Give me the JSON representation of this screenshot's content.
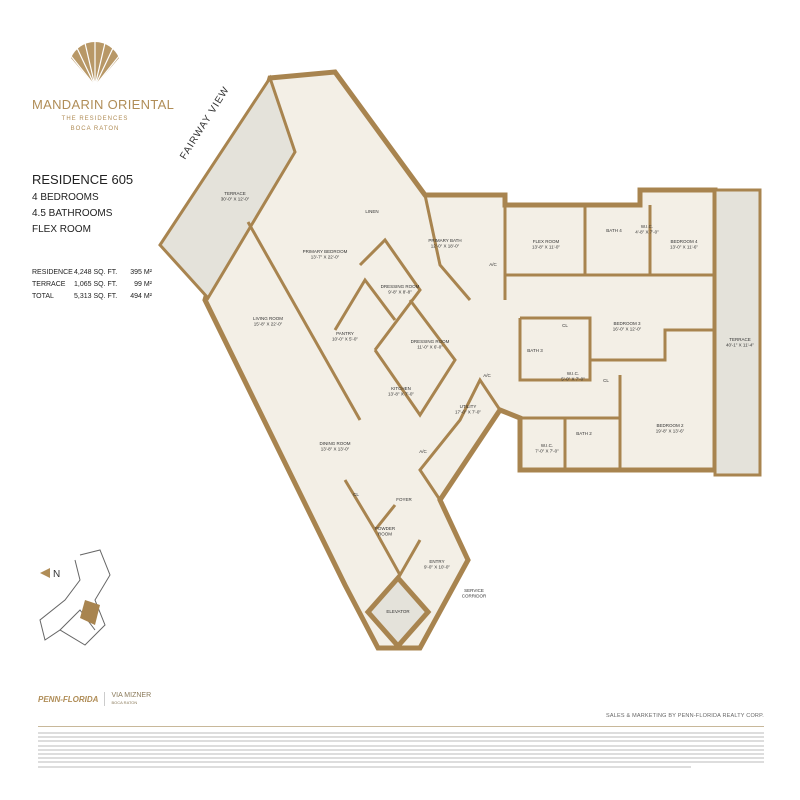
{
  "brand": {
    "name": "MANDARIN ORIENTAL",
    "line1": "THE RESIDENCES",
    "line2": "BOCA RATON",
    "color": "#b08d57"
  },
  "residence": {
    "title": "RESIDENCE 605",
    "bedrooms": "4 BEDROOMS",
    "bathrooms": "4.5 BATHROOMS",
    "extra": "FLEX ROOM"
  },
  "areas": [
    {
      "label": "RESIDENCE",
      "sqft": "4,248 SQ. FT.",
      "sqm": "395 M²"
    },
    {
      "label": "TERRACE",
      "sqft": "1,065 SQ. FT.",
      "sqm": "99 M²"
    },
    {
      "label": "TOTAL",
      "sqft": "5,313 SQ. FT.",
      "sqm": "494 M²"
    }
  ],
  "view_label": "FAIRWAY VIEW",
  "colors": {
    "wall": "#a8844f",
    "floor": "#f3efe6",
    "terrace": "#e4e2da"
  },
  "rooms": {
    "terrace_w": {
      "name": "TERRACE",
      "dim": "30'-0\" X 12'-0\""
    },
    "primary_bed": {
      "name": "PRIMARY BEDROOM",
      "dim": "13'-7\" X 22'-0\""
    },
    "living": {
      "name": "LIVING ROOM",
      "dim": "15'-8\" X 22'-0\""
    },
    "pantry": {
      "name": "PANTRY",
      "dim": "10'-0\" X 5'-0\""
    },
    "dress1": {
      "name": "DRESSING ROOM",
      "dim": "9'-8\" X 8'-8\""
    },
    "dress2": {
      "name": "DRESSING ROOM",
      "dim": "11'-0\" X 6'-0\""
    },
    "kitchen": {
      "name": "KITCHEN",
      "dim": "13'-8\" X 7'-0\""
    },
    "dining": {
      "name": "DINING ROOM",
      "dim": "13'-8\" X 13'-0\""
    },
    "linen": {
      "name": "LINEN"
    },
    "primary_bath": {
      "name": "PRIMARY BATH",
      "dim": "12'-0\" X 18'-0\""
    },
    "ac1": {
      "name": "A/C"
    },
    "ac2": {
      "name": "A/C"
    },
    "ac3": {
      "name": "A/C"
    },
    "flex": {
      "name": "FLEX ROOM",
      "dim": "13'-8\" X 11'-0\""
    },
    "bath4": {
      "name": "BATH 4"
    },
    "wic4": {
      "name": "W.I.C.",
      "dim": "4'-8\" X 7'-0\""
    },
    "bed4": {
      "name": "BEDROOM 4",
      "dim": "13'-0\" X 11'-6\""
    },
    "bed3": {
      "name": "BEDROOM 3",
      "dim": "16'-0\" X 12'-0\""
    },
    "bath3": {
      "name": "BATH 3"
    },
    "cl1": {
      "name": "CL"
    },
    "cl2": {
      "name": "CL"
    },
    "cl3": {
      "name": "CL"
    },
    "wic3": {
      "name": "W.I.C.",
      "dim": "5'-0\" X 7'-0\""
    },
    "utility": {
      "name": "UTILITY",
      "dim": "17'-0\" X 7'-0\""
    },
    "bed2": {
      "name": "BEDROOM 2",
      "dim": "19'-8\" X 13'-6\""
    },
    "bath2": {
      "name": "BATH 2"
    },
    "wic2": {
      "name": "W.I.C.",
      "dim": "7'-0\" X 7'-0\""
    },
    "terrace_e": {
      "name": "TERRACE",
      "dim": "40'-1\" X 11'-4\""
    },
    "foyer": {
      "name": "FOYER"
    },
    "powder": {
      "name": "POWDER",
      "name2": "ROOM"
    },
    "entry": {
      "name": "ENTRY",
      "dim": "9'-0\" X 10'-0\""
    },
    "service": {
      "name": "SERVICE",
      "name2": "CORRIDOR"
    },
    "elevator": {
      "name": "ELEVATOR"
    }
  },
  "keyplan": {
    "north": "N"
  },
  "footer": {
    "penn": "PENN-FLORIDA",
    "via": "VIA MIZNER",
    "via_sub": "BOCA RATON",
    "sales": "SALES & MARKETING BY PENN-FLORIDA REALTY CORP."
  }
}
